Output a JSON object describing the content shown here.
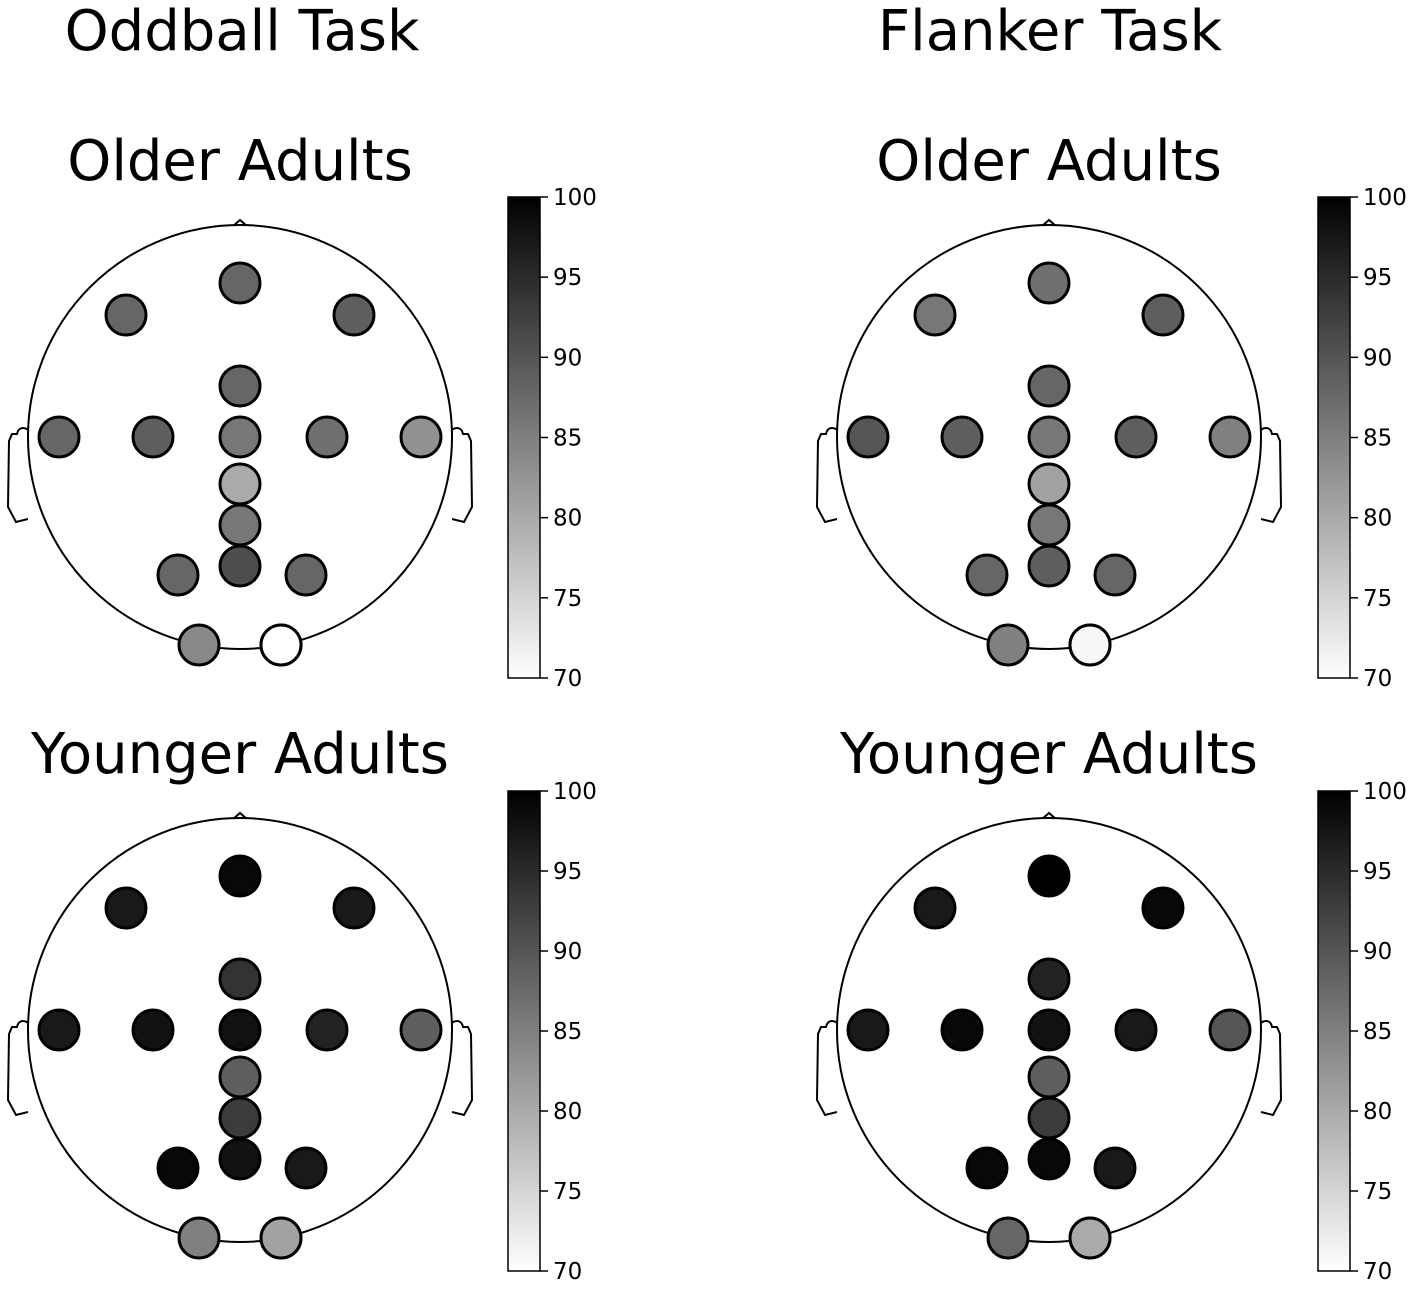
{
  "tasks": [
    {
      "id": "oddball",
      "title": "Oddball Task"
    },
    {
      "id": "flanker",
      "title": "Flanker Task"
    }
  ],
  "colors": {
    "low": "#ffffff",
    "high": "#000000",
    "outline": "#000000"
  },
  "chart_data": [
    {
      "type": "heatmap",
      "task": "Oddball Task",
      "title": "Older Adults",
      "colorbar": {
        "vmin": 70,
        "vmax": 100,
        "ticks": [
          70,
          75,
          80,
          85,
          90,
          95,
          100
        ],
        "cmap": "grays"
      },
      "electrodes": [
        {
          "id": "e01",
          "value": 88
        },
        {
          "id": "e02",
          "value": 88
        },
        {
          "id": "e03",
          "value": 89
        },
        {
          "id": "e04",
          "value": 88
        },
        {
          "id": "e05",
          "value": 88
        },
        {
          "id": "e06",
          "value": 89
        },
        {
          "id": "e07",
          "value": 86
        },
        {
          "id": "e08",
          "value": 87
        },
        {
          "id": "e09",
          "value": 83
        },
        {
          "id": "e10",
          "value": 80
        },
        {
          "id": "e11",
          "value": 86
        },
        {
          "id": "e12",
          "value": 88
        },
        {
          "id": "e13",
          "value": 91
        },
        {
          "id": "e14",
          "value": 88
        },
        {
          "id": "e15",
          "value": 84
        },
        {
          "id": "e16",
          "value": 70
        },
        {
          "id": "e17",
          "value": 70
        }
      ]
    },
    {
      "type": "heatmap",
      "task": "Flanker Task",
      "title": "Older Adults",
      "colorbar": {
        "vmin": 70,
        "vmax": 100,
        "ticks": [
          70,
          75,
          80,
          85,
          90,
          95,
          100
        ],
        "cmap": "grays"
      },
      "electrodes": [
        {
          "id": "e01",
          "value": 87
        },
        {
          "id": "e02",
          "value": 86
        },
        {
          "id": "e03",
          "value": 89
        },
        {
          "id": "e04",
          "value": 88
        },
        {
          "id": "e05",
          "value": 90
        },
        {
          "id": "e06",
          "value": 89
        },
        {
          "id": "e07",
          "value": 86
        },
        {
          "id": "e08",
          "value": 89
        },
        {
          "id": "e09",
          "value": 85
        },
        {
          "id": "e10",
          "value": 81
        },
        {
          "id": "e11",
          "value": 86
        },
        {
          "id": "e12",
          "value": 88
        },
        {
          "id": "e13",
          "value": 89
        },
        {
          "id": "e14",
          "value": 88
        },
        {
          "id": "e15",
          "value": 85
        },
        {
          "id": "e16",
          "value": 70
        },
        {
          "id": "e17",
          "value": 71
        }
      ]
    },
    {
      "type": "heatmap",
      "task": "Oddball Task",
      "title": "Younger Adults",
      "colorbar": {
        "vmin": 70,
        "vmax": 100,
        "ticks": [
          70,
          75,
          80,
          85,
          90,
          95,
          100
        ],
        "cmap": "grays"
      },
      "electrodes": [
        {
          "id": "e01",
          "value": 99
        },
        {
          "id": "e02",
          "value": 97
        },
        {
          "id": "e03",
          "value": 97
        },
        {
          "id": "e04",
          "value": 94
        },
        {
          "id": "e05",
          "value": 97
        },
        {
          "id": "e06",
          "value": 98
        },
        {
          "id": "e07",
          "value": 98
        },
        {
          "id": "e08",
          "value": 96
        },
        {
          "id": "e09",
          "value": 89
        },
        {
          "id": "e10",
          "value": 89
        },
        {
          "id": "e11",
          "value": 93
        },
        {
          "id": "e12",
          "value": 99
        },
        {
          "id": "e13",
          "value": 98
        },
        {
          "id": "e14",
          "value": 97
        },
        {
          "id": "e15",
          "value": 85
        },
        {
          "id": "e16",
          "value": 84
        },
        {
          "id": "e17",
          "value": 81
        }
      ]
    },
    {
      "type": "heatmap",
      "task": "Flanker Task",
      "title": "Younger Adults",
      "colorbar": {
        "vmin": 70,
        "vmax": 100,
        "ticks": [
          70,
          75,
          80,
          85,
          90,
          95,
          100
        ],
        "cmap": "grays"
      },
      "electrodes": [
        {
          "id": "e01",
          "value": 100
        },
        {
          "id": "e02",
          "value": 97
        },
        {
          "id": "e03",
          "value": 99
        },
        {
          "id": "e04",
          "value": 96
        },
        {
          "id": "e05",
          "value": 97
        },
        {
          "id": "e06",
          "value": 99
        },
        {
          "id": "e07",
          "value": 98
        },
        {
          "id": "e08",
          "value": 97
        },
        {
          "id": "e09",
          "value": 90
        },
        {
          "id": "e10",
          "value": 89
        },
        {
          "id": "e11",
          "value": 93
        },
        {
          "id": "e12",
          "value": 99
        },
        {
          "id": "e13",
          "value": 99
        },
        {
          "id": "e14",
          "value": 97
        },
        {
          "id": "e15",
          "value": 88
        },
        {
          "id": "e16",
          "value": 87
        },
        {
          "id": "e17",
          "value": 80
        }
      ]
    }
  ]
}
